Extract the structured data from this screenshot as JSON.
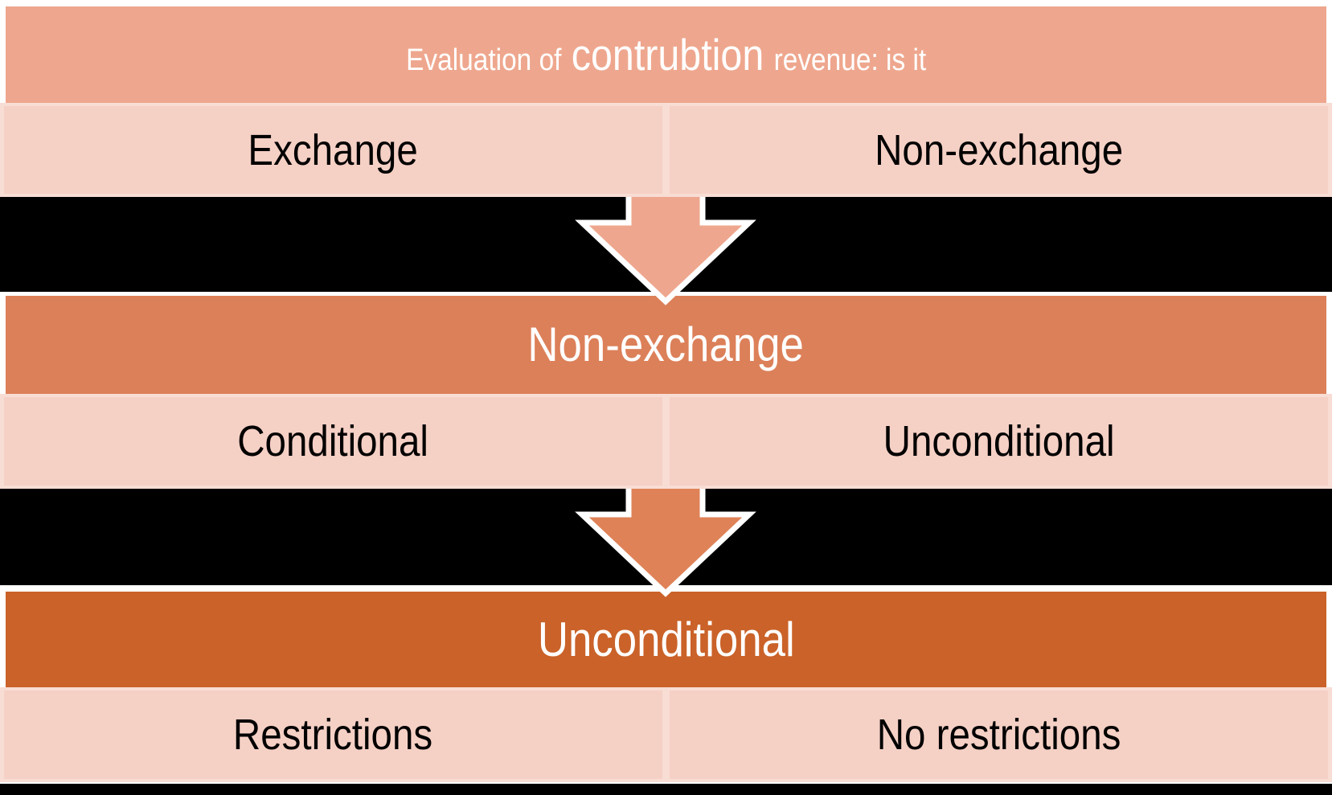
{
  "colors": {
    "salmon": "#EEA78E",
    "cell_pink": "#F5D0C5",
    "row_border_pink": "#F8DDD4",
    "mid_orange": "#DC8059",
    "arrow2_orange": "#DF8258",
    "dark_orange": "#CA6229",
    "black": "#000000",
    "white": "#FFFFFF"
  },
  "title_banner": {
    "prefix": "Evaluation of",
    "emphasis": "contrubtion",
    "suffix": "revenue: is it"
  },
  "row1": {
    "left": "Exchange",
    "right": "Non-exchange"
  },
  "banner_nonexchange": {
    "label": "Non-exchange"
  },
  "row2": {
    "left": "Conditional",
    "right": "Unconditional"
  },
  "banner_unconditional": {
    "label": "Unconditional"
  },
  "row3": {
    "left": "Restrictions",
    "right": "No restrictions"
  },
  "icons": {
    "arrow_1": "block-arrow-down",
    "arrow_2": "block-arrow-down"
  }
}
